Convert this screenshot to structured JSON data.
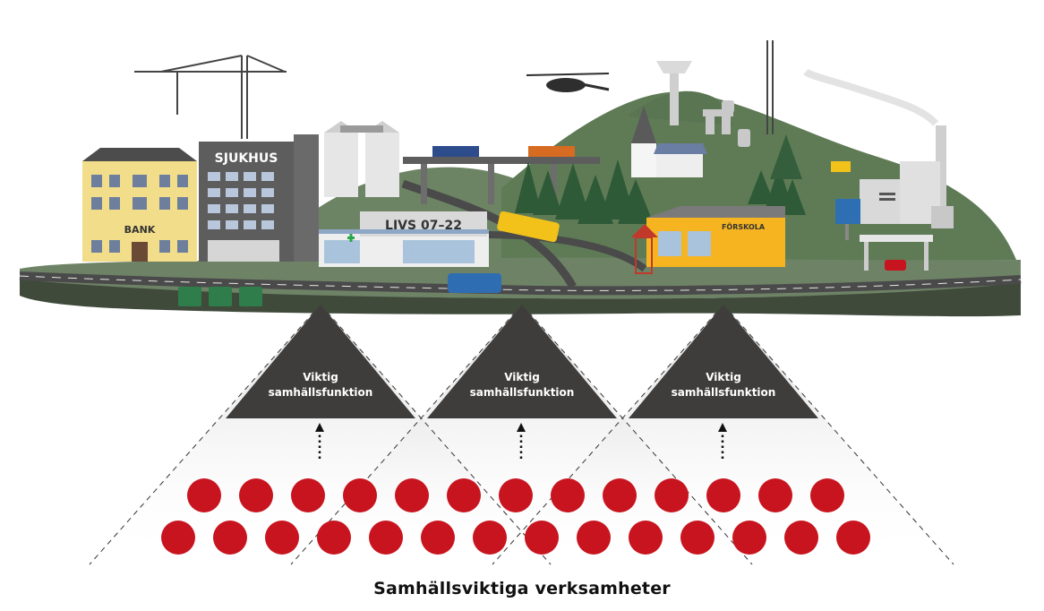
{
  "scene": {
    "signs": {
      "bank": "BANK",
      "hospital": "SJUKHUS",
      "grocery": "LIVS  07–22",
      "preschool": "FÖRSKOLA"
    }
  },
  "functions": [
    {
      "line1": "Viktig",
      "line2": "samhällsfunktion"
    },
    {
      "line1": "Viktig",
      "line2": "samhällsfunktion"
    },
    {
      "line1": "Viktig",
      "line2": "samhällsfunktion"
    }
  ],
  "operations": {
    "row_counts": [
      13,
      14
    ],
    "color": "#c8141e"
  },
  "caption": "Samhällsviktiga verksamheter",
  "colors": {
    "triangle": "#3f3d3c",
    "dot_red": "#c8141e",
    "ground": "#6e8366",
    "road": "#4a4a4a"
  }
}
